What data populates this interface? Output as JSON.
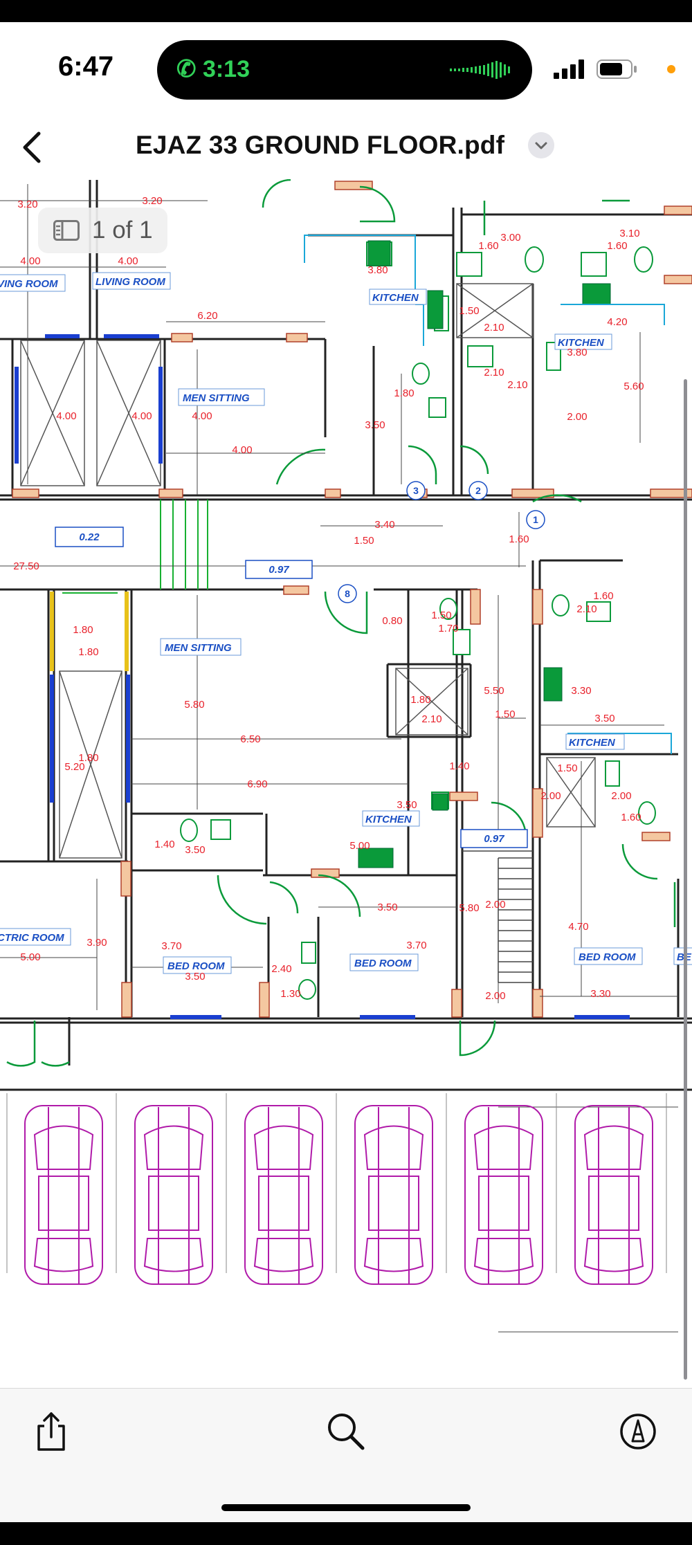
{
  "status_bar": {
    "time": "6:47",
    "call_duration": "3:13"
  },
  "nav": {
    "title": "EJAZ 33 GROUND FLOOR.pdf"
  },
  "page_indicator": {
    "label": "1 of 1"
  },
  "colors": {
    "accent_green": "#31d158",
    "battery_orange": "#ff9f0a",
    "wall": "#222222",
    "dim_red": "#e8202a",
    "room_blue": "#1a4fc4",
    "door_green": "#0a9a3a",
    "car_magenta": "#b01aa9"
  },
  "icons": [
    "back-chevron-icon",
    "chevron-down-icon",
    "phone-icon",
    "waveform-icon",
    "signal-icon",
    "battery-icon",
    "page-thumbnail-icon",
    "share-icon",
    "search-icon",
    "markup-icon"
  ],
  "plan": {
    "room_labels": [
      "VING ROOM",
      "LIVING ROOM",
      "MEN SITTING",
      "KITCHEN",
      "KITCHEN",
      "MEN SITTING",
      "KITCHEN",
      "KITCHEN",
      "CTRIC ROOM",
      "BED ROOM",
      "BED ROOM",
      "BED ROOM",
      "BE"
    ],
    "dimensions": [
      "3.20",
      "3.20",
      "4.00",
      "4.00",
      "6.20",
      "4.00",
      "4.00",
      "4.00",
      "4.00",
      "3.80",
      "1.60",
      "3.00",
      "3.10",
      "1.60",
      "1.50",
      "2.10",
      "2.10",
      "2.10",
      "1.80",
      "3.50",
      "4.20",
      "3.80",
      "5.60",
      "2.00",
      "3.40",
      "1.50",
      "1.60",
      "27.50",
      "1.80",
      "1.80",
      "5.80",
      "5.20",
      "1.80",
      "6.50",
      "6.90",
      "0.80",
      "1.50",
      "1.70",
      "1.80",
      "2.10",
      "5.50",
      "1.50",
      "1.40",
      "3.50",
      "1.60",
      "2.10",
      "3.30",
      "3.50",
      "1.50",
      "2.00",
      "2.00",
      "1.60",
      "1.40",
      "3.50",
      "5.00",
      "3.50",
      "5.80",
      "2.00",
      "3.90",
      "5.00",
      "3.70",
      "3.50",
      "2.40",
      "1.30",
      "3.70",
      "4.70",
      "2.00",
      "3.30"
    ],
    "level_tags": [
      "0.22",
      "0.97",
      "0.97"
    ],
    "door_tags": [
      "3",
      "2",
      "1",
      "8"
    ]
  },
  "parking": {
    "car_count": 6
  }
}
